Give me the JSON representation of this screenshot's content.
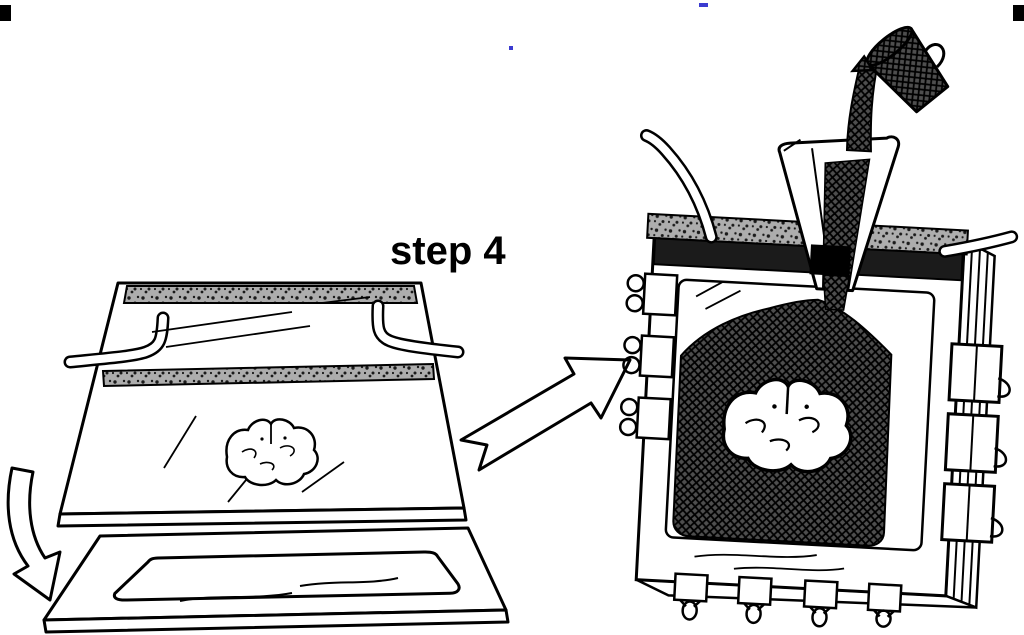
{
  "figure": {
    "step_label": "step 4",
    "colors": {
      "ink": "#000000",
      "paper": "#ffffff",
      "spacer_gray": "#adadad",
      "medium_dark": "#4e4e4e",
      "bar_black": "#1b1b1b",
      "artifact_blue": "#3b3bd0"
    },
    "elements": {
      "left_assembly": "glass-plate-sandwich-with-brain-slice",
      "lower_plate": "bottom-plate-with-gasket",
      "drop_arrow": "curved-down-arrow",
      "transition_arrow": "block-arrow-right",
      "right_assembly": "clip-clamped-plate-mold",
      "funnel": "pouring-funnel",
      "vessel": "pouring-cup",
      "clips": "binder-clips",
      "specimen": "brain-slice",
      "spacers": "speckled-spacer-bars",
      "tubes": "bent-tubes"
    }
  }
}
